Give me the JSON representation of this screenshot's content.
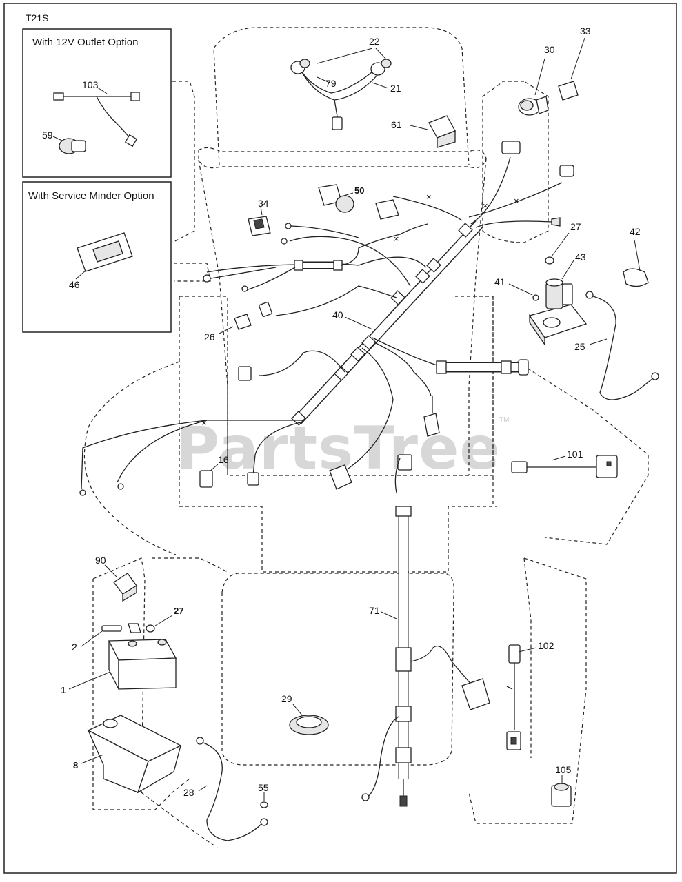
{
  "diagram_code": "T21S",
  "watermark": "PartsTree",
  "watermark_tm": "TM",
  "insets": {
    "outlet_title": "With 12V Outlet Option",
    "minder_title": "With Service Minder Option"
  },
  "callouts": {
    "c1": "1",
    "c2": "2",
    "c8": "8",
    "c16": "16",
    "c21": "21",
    "c22": "22",
    "c25": "25",
    "c26": "26",
    "c27a": "27",
    "c27b": "27",
    "c28": "28",
    "c29": "29",
    "c30": "30",
    "c33": "33",
    "c34": "34",
    "c40": "40",
    "c41": "41",
    "c42": "42",
    "c43": "43",
    "c46": "46",
    "c50": "50",
    "c55": "55",
    "c59": "59",
    "c61": "61",
    "c71": "71",
    "c79": "79",
    "c90": "90",
    "c101": "101",
    "c102": "102",
    "c103": "103",
    "c105": "105"
  }
}
